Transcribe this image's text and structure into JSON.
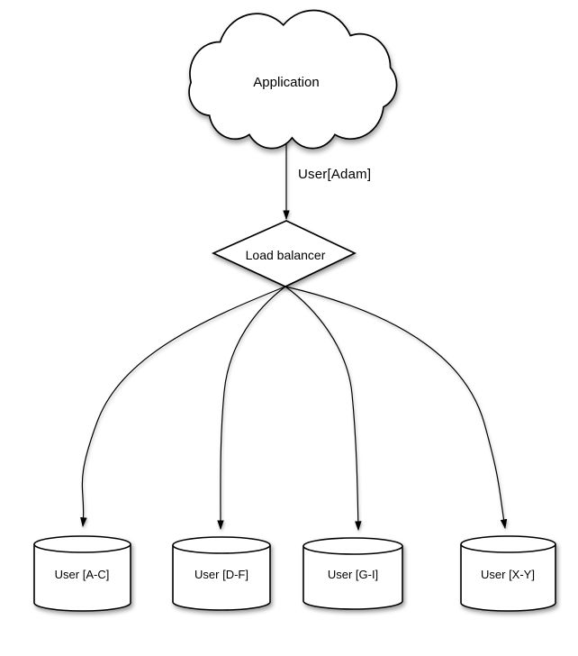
{
  "nodes": {
    "application": {
      "label": "Application",
      "shape": "cloud"
    },
    "load_balancer": {
      "label": "Load balancer",
      "shape": "diamond"
    },
    "shard_ac": {
      "label": "User [A-C]",
      "shape": "cylinder"
    },
    "shard_df": {
      "label": "User [D-F]",
      "shape": "cylinder"
    },
    "shard_gi": {
      "label": "User [G-I]",
      "shape": "cylinder"
    },
    "shard_xy": {
      "label": "User [X-Y]",
      "shape": "cylinder"
    }
  },
  "edges": {
    "app_to_balancer": {
      "from": "application",
      "to": "load_balancer",
      "label": "User[Adam]"
    },
    "balancer_to_ac": {
      "from": "load_balancer",
      "to": "shard_ac",
      "label": ""
    },
    "balancer_to_df": {
      "from": "load_balancer",
      "to": "shard_df",
      "label": ""
    },
    "balancer_to_gi": {
      "from": "load_balancer",
      "to": "shard_gi",
      "label": ""
    },
    "balancer_to_xy": {
      "from": "load_balancer",
      "to": "shard_xy",
      "label": ""
    }
  },
  "colors": {
    "stroke": "#000000",
    "shape_fill": "#ffffff",
    "background": "#ffffff",
    "text": "#000000"
  }
}
